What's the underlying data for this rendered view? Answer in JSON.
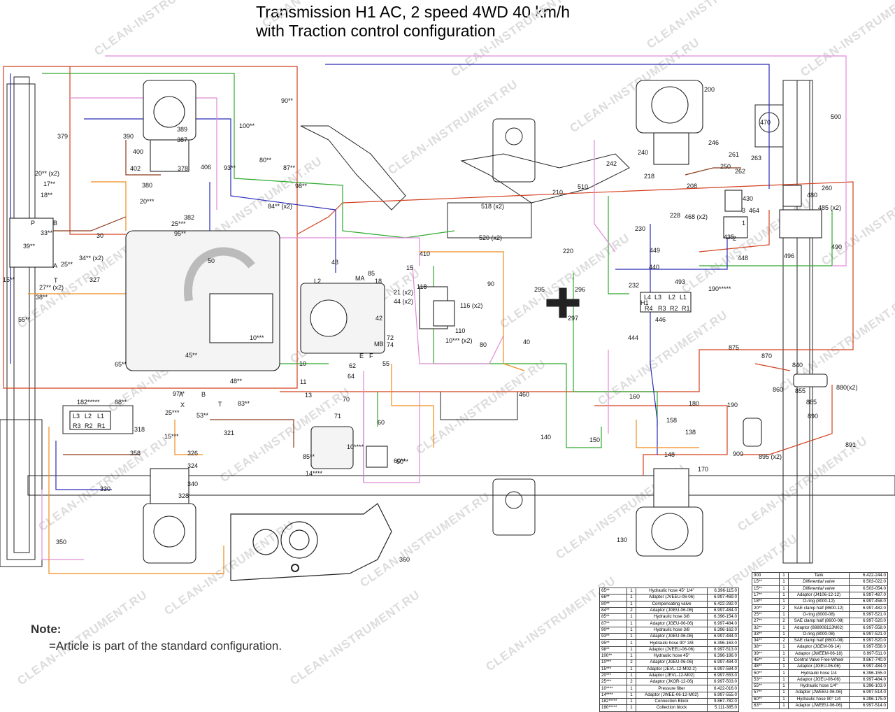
{
  "title": {
    "line1": "Transmission H1 AC, 2 speed 4WD 40 km/h",
    "line2": "with Traction control configuration"
  },
  "watermark": "CLEAN-INSTRUMENT.RU",
  "note": {
    "title": "Note:",
    "text": "=Article is part of the standard configuration."
  },
  "colors": {
    "red_line": "#d3401e",
    "green_line": "#2fa82f",
    "blue_line": "#2b2bb8",
    "pink_line": "#e08ad8",
    "orange_line": "#f08a1a",
    "brown_line": "#8b3a1a",
    "drawing": "#222222"
  },
  "callouts": [
    {
      "id": "c379",
      "text": "379"
    },
    {
      "id": "c390",
      "text": "390"
    },
    {
      "id": "c389",
      "text": "389"
    },
    {
      "id": "c387",
      "text": "387"
    },
    {
      "id": "c400",
      "text": "400"
    },
    {
      "id": "c402",
      "text": "402"
    },
    {
      "id": "c378",
      "text": "378"
    },
    {
      "id": "c406",
      "text": "406"
    },
    {
      "id": "c380",
      "text": "380"
    },
    {
      "id": "c382",
      "text": "382"
    },
    {
      "id": "c50",
      "text": "50"
    },
    {
      "id": "c327",
      "text": "327"
    },
    {
      "id": "c30",
      "text": "30"
    },
    {
      "id": "c318",
      "text": "318"
    },
    {
      "id": "c321",
      "text": "321"
    },
    {
      "id": "c358",
      "text": "358"
    },
    {
      "id": "c326",
      "text": "326"
    },
    {
      "id": "c324",
      "text": "324"
    },
    {
      "id": "c330",
      "text": "330"
    },
    {
      "id": "c340",
      "text": "340"
    },
    {
      "id": "c328",
      "text": "328"
    },
    {
      "id": "c350",
      "text": "350"
    },
    {
      "id": "c360",
      "text": "360"
    },
    {
      "id": "c410",
      "text": "410"
    },
    {
      "id": "c48",
      "text": "48"
    },
    {
      "id": "c85",
      "text": "85"
    },
    {
      "id": "c15",
      "text": "15"
    },
    {
      "id": "c18",
      "text": "18"
    },
    {
      "id": "c118",
      "text": "118"
    },
    {
      "id": "c21",
      "text": "21 (x2)"
    },
    {
      "id": "c44",
      "text": "44 (x2)"
    },
    {
      "id": "c42",
      "text": "42"
    },
    {
      "id": "c110",
      "text": "110"
    },
    {
      "id": "c116",
      "text": "116 (x2)"
    },
    {
      "id": "c90",
      "text": "90"
    },
    {
      "id": "c80",
      "text": "80"
    },
    {
      "id": "c40",
      "text": "40"
    },
    {
      "id": "c72",
      "text": "72"
    },
    {
      "id": "c74",
      "text": "74"
    },
    {
      "id": "c62",
      "text": "62"
    },
    {
      "id": "c55",
      "text": "55"
    },
    {
      "id": "c64",
      "text": "64"
    },
    {
      "id": "c10",
      "text": "10"
    },
    {
      "id": "c11",
      "text": "11"
    },
    {
      "id": "c13",
      "text": "13"
    },
    {
      "id": "c70",
      "text": "70"
    },
    {
      "id": "c71",
      "text": "71"
    },
    {
      "id": "c60",
      "text": "60"
    },
    {
      "id": "c460",
      "text": "460"
    },
    {
      "id": "c140",
      "text": "140"
    },
    {
      "id": "c150",
      "text": "150"
    },
    {
      "id": "c160",
      "text": "160"
    },
    {
      "id": "c180",
      "text": "180"
    },
    {
      "id": "c190",
      "text": "190"
    },
    {
      "id": "c158",
      "text": "158"
    },
    {
      "id": "c138",
      "text": "138"
    },
    {
      "id": "c148",
      "text": "148"
    },
    {
      "id": "c170",
      "text": "170"
    },
    {
      "id": "c130",
      "text": "130"
    },
    {
      "id": "c200",
      "text": "200"
    },
    {
      "id": "c210",
      "text": "210"
    },
    {
      "id": "c220",
      "text": "220"
    },
    {
      "id": "c230",
      "text": "230"
    },
    {
      "id": "c240",
      "text": "240"
    },
    {
      "id": "c242",
      "text": "242"
    },
    {
      "id": "c246",
      "text": "246"
    },
    {
      "id": "c250",
      "text": "250"
    },
    {
      "id": "c261",
      "text": "261"
    },
    {
      "id": "c262",
      "text": "262"
    },
    {
      "id": "c263",
      "text": "263"
    },
    {
      "id": "c208",
      "text": "208"
    },
    {
      "id": "c218",
      "text": "218"
    },
    {
      "id": "c228",
      "text": "228"
    },
    {
      "id": "c260",
      "text": "260"
    },
    {
      "id": "c470",
      "text": "470"
    },
    {
      "id": "c500",
      "text": "500"
    },
    {
      "id": "c480",
      "text": "480"
    },
    {
      "id": "c430",
      "text": "430"
    },
    {
      "id": "c464",
      "text": "464"
    },
    {
      "id": "c485",
      "text": "485 (x2)"
    },
    {
      "id": "c490",
      "text": "490"
    },
    {
      "id": "c496",
      "text": "496"
    },
    {
      "id": "c448",
      "text": "448"
    },
    {
      "id": "c468",
      "text": "468 (x2)"
    },
    {
      "id": "c435",
      "text": "435"
    },
    {
      "id": "c449",
      "text": "449"
    },
    {
      "id": "c440",
      "text": "440"
    },
    {
      "id": "c232",
      "text": "232"
    },
    {
      "id": "c493",
      "text": "493"
    },
    {
      "id": "c190s",
      "text": "190*****"
    },
    {
      "id": "c446",
      "text": "446"
    },
    {
      "id": "c444",
      "text": "444"
    },
    {
      "id": "c295",
      "text": "295"
    },
    {
      "id": "c296",
      "text": "296"
    },
    {
      "id": "c297",
      "text": "297"
    },
    {
      "id": "c510",
      "text": "510"
    },
    {
      "id": "c518",
      "text": "518 (x2)"
    },
    {
      "id": "c520",
      "text": "520 (x2)"
    },
    {
      "id": "c875",
      "text": "875"
    },
    {
      "id": "c870",
      "text": "870"
    },
    {
      "id": "c840",
      "text": "840"
    },
    {
      "id": "c860",
      "text": "860"
    },
    {
      "id": "c855",
      "text": "855"
    },
    {
      "id": "c880",
      "text": "880(x2)"
    },
    {
      "id": "c885",
      "text": "885"
    },
    {
      "id": "c890",
      "text": "890"
    },
    {
      "id": "c891",
      "text": "891"
    },
    {
      "id": "c900",
      "text": "900"
    },
    {
      "id": "c895",
      "text": "895 (x2)"
    },
    {
      "id": "c90s",
      "text": "90**"
    },
    {
      "id": "c100s",
      "text": "100**"
    },
    {
      "id": "c20s",
      "text": "20** (x2)"
    },
    {
      "id": "c17s",
      "text": "17**"
    },
    {
      "id": "c18s",
      "text": "18**"
    },
    {
      "id": "c33s",
      "text": "33**"
    },
    {
      "id": "c39s",
      "text": "39**"
    },
    {
      "id": "c15s",
      "text": "15**"
    },
    {
      "id": "c27s",
      "text": "27** (x2)"
    },
    {
      "id": "c25s",
      "text": "25**"
    },
    {
      "id": "c34s",
      "text": "34** (x2)"
    },
    {
      "id": "c38s",
      "text": "38**"
    },
    {
      "id": "c55s",
      "text": "55**"
    },
    {
      "id": "c65s",
      "text": "65**"
    },
    {
      "id": "c68s",
      "text": "68**"
    },
    {
      "id": "c182s",
      "text": "182*****"
    },
    {
      "id": "c25t",
      "text": "25***"
    },
    {
      "id": "c15t",
      "text": "15***"
    },
    {
      "id": "c53s",
      "text": "53**"
    },
    {
      "id": "c83s",
      "text": "83**"
    },
    {
      "id": "c45s",
      "text": "45**"
    },
    {
      "id": "c48s",
      "text": "48**"
    },
    {
      "id": "c97s",
      "text": "97**"
    },
    {
      "id": "c60s",
      "text": "60**"
    },
    {
      "id": "c95s",
      "text": "95**"
    },
    {
      "id": "c93s",
      "text": "93**"
    },
    {
      "id": "c87s",
      "text": "87**"
    },
    {
      "id": "c98s",
      "text": "98**"
    },
    {
      "id": "c84s",
      "text": "84** (x2)"
    },
    {
      "id": "c80s",
      "text": "80**"
    },
    {
      "id": "c20t",
      "text": "20***"
    },
    {
      "id": "c25u",
      "text": "25***"
    },
    {
      "id": "c10t",
      "text": "10***"
    },
    {
      "id": "c10q",
      "text": "10****"
    },
    {
      "id": "c14q",
      "text": "14****"
    },
    {
      "id": "c85s",
      "text": "85**"
    },
    {
      "id": "c10u",
      "text": "10*** (x2)"
    },
    {
      "id": "c50s",
      "text": "50**"
    }
  ],
  "port_labels": {
    "block_left": [
      "P",
      "B",
      "A",
      "T"
    ],
    "block_bottom": [
      "L3",
      "L2",
      "L1",
      "R3",
      "R2",
      "R1"
    ],
    "block_right_top": [
      "L4",
      "L3",
      "L2",
      "L1",
      "H1"
    ],
    "block_right_bottom": [
      "R4",
      "R3",
      "R2",
      "R1"
    ],
    "pump": [
      "MA",
      "L2",
      "MB",
      "E",
      "F",
      "X",
      "T",
      "A",
      "B"
    ],
    "valve_ports": [
      "1",
      "2",
      "3"
    ]
  },
  "parts_table_left": [
    [
      "65**",
      "1",
      "Hydraulic hose 45° 1/4\"",
      "6.396-115.0"
    ],
    [
      "66**",
      "1",
      "Adaptor (JVEEU-06-06)",
      "6.997-469.0"
    ],
    [
      "80**",
      "1",
      "Compensating valve",
      "6.422-282.0"
    ],
    [
      "84**",
      "2",
      "Adaptor (JGEU-06-06)",
      "6.997-484.0"
    ],
    [
      "85**",
      "1",
      "Hydraulic hose 3/8",
      "6.396-154.0"
    ],
    [
      "87**",
      "1",
      "Adaptor (JGEU-06-06)",
      "6.997-484.0"
    ],
    [
      "90**",
      "1",
      "Hydraulic hose 3/8",
      "6.396-162.0"
    ],
    [
      "93**",
      "1",
      "Adaptor (JGEU-06-06)",
      "6.997-484.0"
    ],
    [
      "95**",
      "1",
      "Hydraulic hose 90° 3/8",
      "6.396-163.0"
    ],
    [
      "98**",
      "1",
      "Adaptor (JVEEU-06-06)",
      "6.997-513.0"
    ],
    [
      "100**",
      "1",
      "Hydraulic hose 45°",
      "6.396-186.0"
    ],
    [
      "10***",
      "2",
      "Adaptor (JGEU-06-06)",
      "6.997-484.0"
    ],
    [
      "15***",
      "1",
      "Adaptor (JEVL-12-M02-2)",
      "6.997-584.0"
    ],
    [
      "20***",
      "1",
      "Adaptor (JEVL-12-M02)",
      "6.997-553.0"
    ],
    [
      "25***",
      "2",
      "Adaptor (JKOR-12-06)",
      "6.997-503.0"
    ],
    [
      "10****",
      "1",
      "Pressure filter",
      "6.422-016.0"
    ],
    [
      "14****",
      "1",
      "Adaptor (JWEE-06-12-M02)",
      "6.997-555.0"
    ],
    [
      "182*****",
      "1",
      "Connection Block",
      "9.867-782.0"
    ],
    [
      "190*****",
      "1",
      "Collection block",
      "5.111-385.0"
    ]
  ],
  "parts_table_right": [
    [
      "900",
      "1",
      "Tank",
      "6.422-244.0"
    ],
    [
      "15**",
      "1",
      "Differential valve",
      "6.503-022.0"
    ],
    [
      "15**",
      "1",
      "Differential valve",
      "6.503-054.0"
    ],
    [
      "17**",
      "1",
      "Adaptor (J4106-12-12)",
      "6.997-487.0"
    ],
    [
      "18**",
      "1",
      "O-ring (8000-12)",
      "6.997-458.0"
    ],
    [
      "20**",
      "2",
      "SAE clamp half (8600-12)",
      "6.997-482.0"
    ],
    [
      "25**",
      "1",
      "O-ring (8000-08)",
      "6.997-521.0"
    ],
    [
      "27**",
      "2",
      "SAE clamp half (8600-08)",
      "6.997-520.0"
    ],
    [
      "32**",
      "1",
      "Adaptor (88890812JM02)",
      "6.997-558.0"
    ],
    [
      "33**",
      "1",
      "O-ring (8000-08)",
      "6.997-521.0"
    ],
    [
      "34**",
      "2",
      "SAE clamp half (8600-08)",
      "6.997-520.0"
    ],
    [
      "38**",
      "1",
      "Adaptor (JGEM-06-14)",
      "6.997-556.0"
    ],
    [
      "39**",
      "1",
      "Adaptor (JWEEM-06-18)",
      "6.997-511.0"
    ],
    [
      "45**",
      "1",
      "Control Valve Free-Wheel",
      "9.867-740.0"
    ],
    [
      "48**",
      "1",
      "Adaptor (JGEU-06-06)",
      "6.997-484.0"
    ],
    [
      "50**",
      "1",
      "Hydraulic hose 1/4",
      "6.396-155.0"
    ],
    [
      "53**",
      "1",
      "Adaptor (JGEU-06-06)",
      "6.997-484.0"
    ],
    [
      "55**",
      "1",
      "Hydraulic hose 1/4\"",
      "6.396-103.0"
    ],
    [
      "57**",
      "1",
      "Adaptor (JWEEU-06-06)",
      "6.997-514.0"
    ],
    [
      "60**",
      "1",
      "Hydraulic hose 90° 1/4",
      "6.396-175.0"
    ],
    [
      "63**",
      "1",
      "Adaptor (JWEEU-06-06)",
      "6.997-514.0"
    ]
  ]
}
